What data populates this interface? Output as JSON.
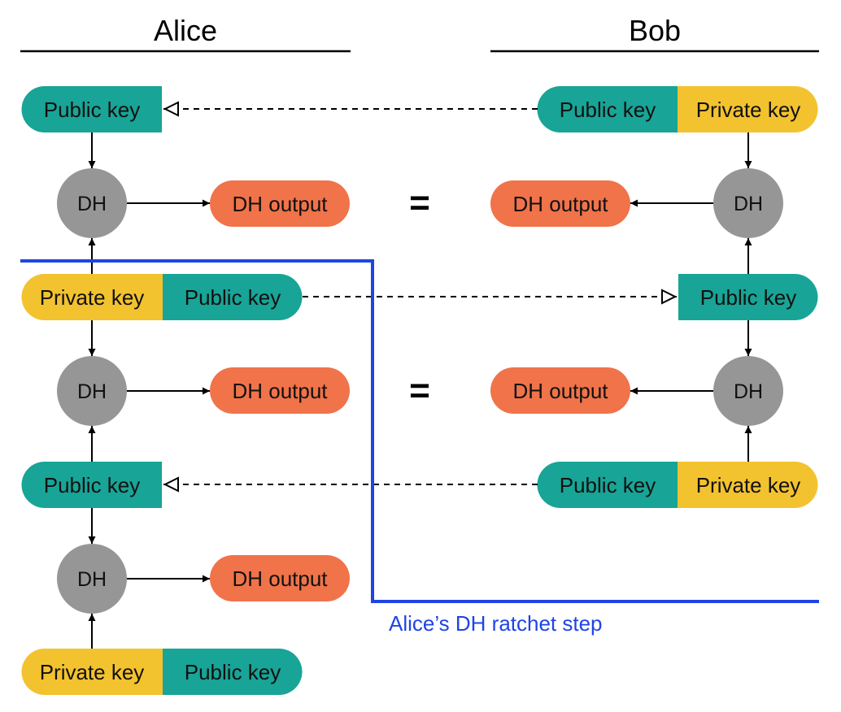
{
  "headers": {
    "left": "Alice",
    "right": "Bob"
  },
  "labels": {
    "public_key": "Public key",
    "private_key": "Private key",
    "dh": "DH",
    "dh_output": "DH output",
    "equals": "="
  },
  "caption": "Alice’s DH ratchet step",
  "colors": {
    "public_key": "#18a496",
    "private_key": "#f3c22f",
    "dh_node": "#969696",
    "dh_output": "#f0734a",
    "ratchet_boundary": "#1f44e6"
  }
}
